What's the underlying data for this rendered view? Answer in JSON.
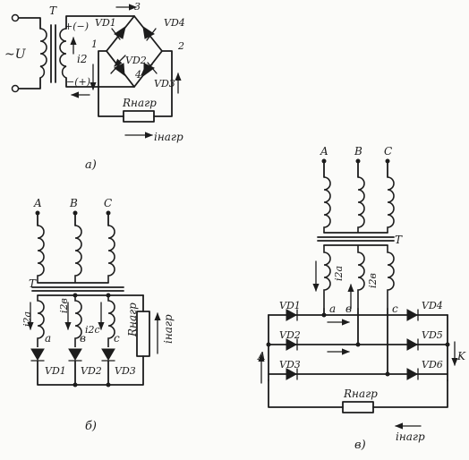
{
  "diagram_a": {
    "source_label": "~U",
    "transformer_label": "T",
    "polarity_top": "+(−)",
    "polarity_bottom": "−(+)",
    "current_secondary": "i2",
    "node_labels": [
      "1",
      "2",
      "3",
      "4"
    ],
    "diodes": [
      "VD1",
      "VD2",
      "VD3",
      "VD4"
    ],
    "load_label": "Rнагр",
    "load_current": "iнагр",
    "caption": "а)"
  },
  "diagram_b": {
    "phases": [
      "A",
      "B",
      "C"
    ],
    "transformer_label": "T",
    "phase_currents": [
      "i2a",
      "i2в",
      "i2c"
    ],
    "secondary_terminals": [
      "a",
      "в",
      "c"
    ],
    "diodes": [
      "VD1",
      "VD2",
      "VD3"
    ],
    "load_label": "Rнагр",
    "load_current": "iнагр",
    "caption": "б)"
  },
  "diagram_c": {
    "phases": [
      "A",
      "B",
      "C"
    ],
    "transformer_label": "T",
    "phase_currents": [
      "i2a",
      "i2в"
    ],
    "secondary_terminals": [
      "a",
      "в",
      "c"
    ],
    "diodes": [
      "VD1",
      "VD2",
      "VD3",
      "VD4",
      "VD5",
      "VD6"
    ],
    "bus_labels": [
      "A",
      "K"
    ],
    "load_label": "Rнагр",
    "load_current": "iнагр",
    "caption": "в)"
  }
}
